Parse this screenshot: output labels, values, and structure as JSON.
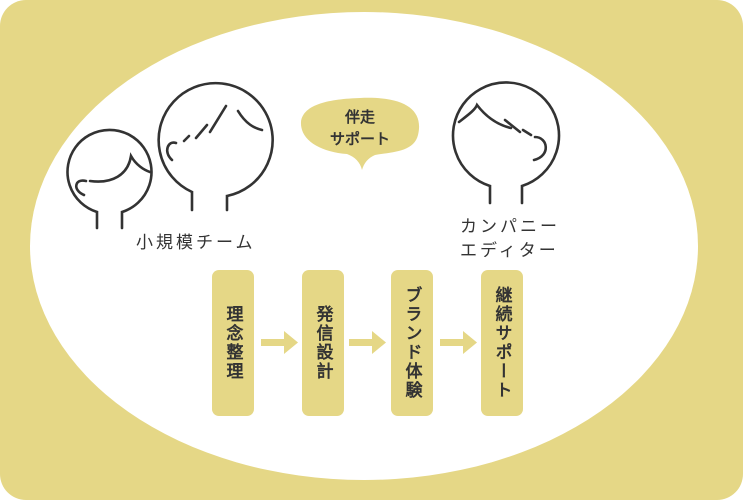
{
  "colors": {
    "accent": "#e5d786",
    "line": "#333333",
    "background": "#ffffff"
  },
  "bubble": {
    "line1": "伴走",
    "line2": "サポート"
  },
  "labels": {
    "team": "小規模チーム",
    "editor_line1": "カンパニー",
    "editor_line2": "エディター"
  },
  "steps": [
    {
      "label": "理念整理"
    },
    {
      "label": "発信設計"
    },
    {
      "label": "ブランド体験"
    },
    {
      "label": "継続サポート"
    }
  ]
}
